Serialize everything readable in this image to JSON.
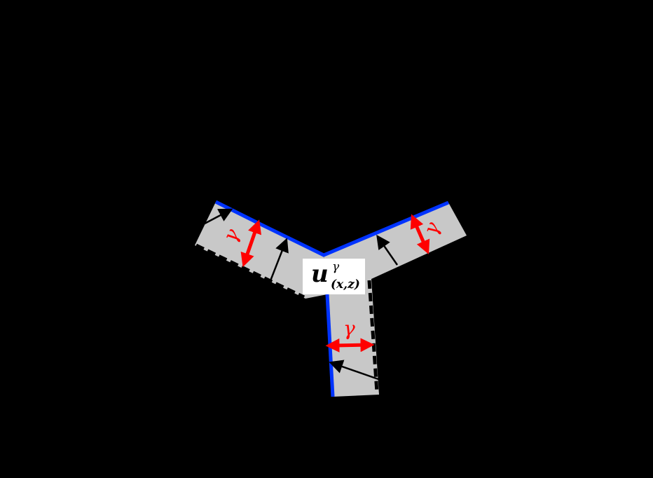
{
  "diagram": {
    "type": "triple-junction band diagram",
    "background_color": "#000000",
    "band_color": "#c8c8c8",
    "boundary_color": "#0033ff",
    "marker_color": "#ff0000",
    "arrow_color": "#000000",
    "label": {
      "main": "u",
      "superscript": "γ",
      "subscript": "(x,z)"
    },
    "width_markers": [
      {
        "arm": "upper-left",
        "symbol": "γ"
      },
      {
        "arm": "upper-right",
        "symbol": "γ"
      },
      {
        "arm": "lower",
        "symbol": "γ"
      }
    ]
  }
}
